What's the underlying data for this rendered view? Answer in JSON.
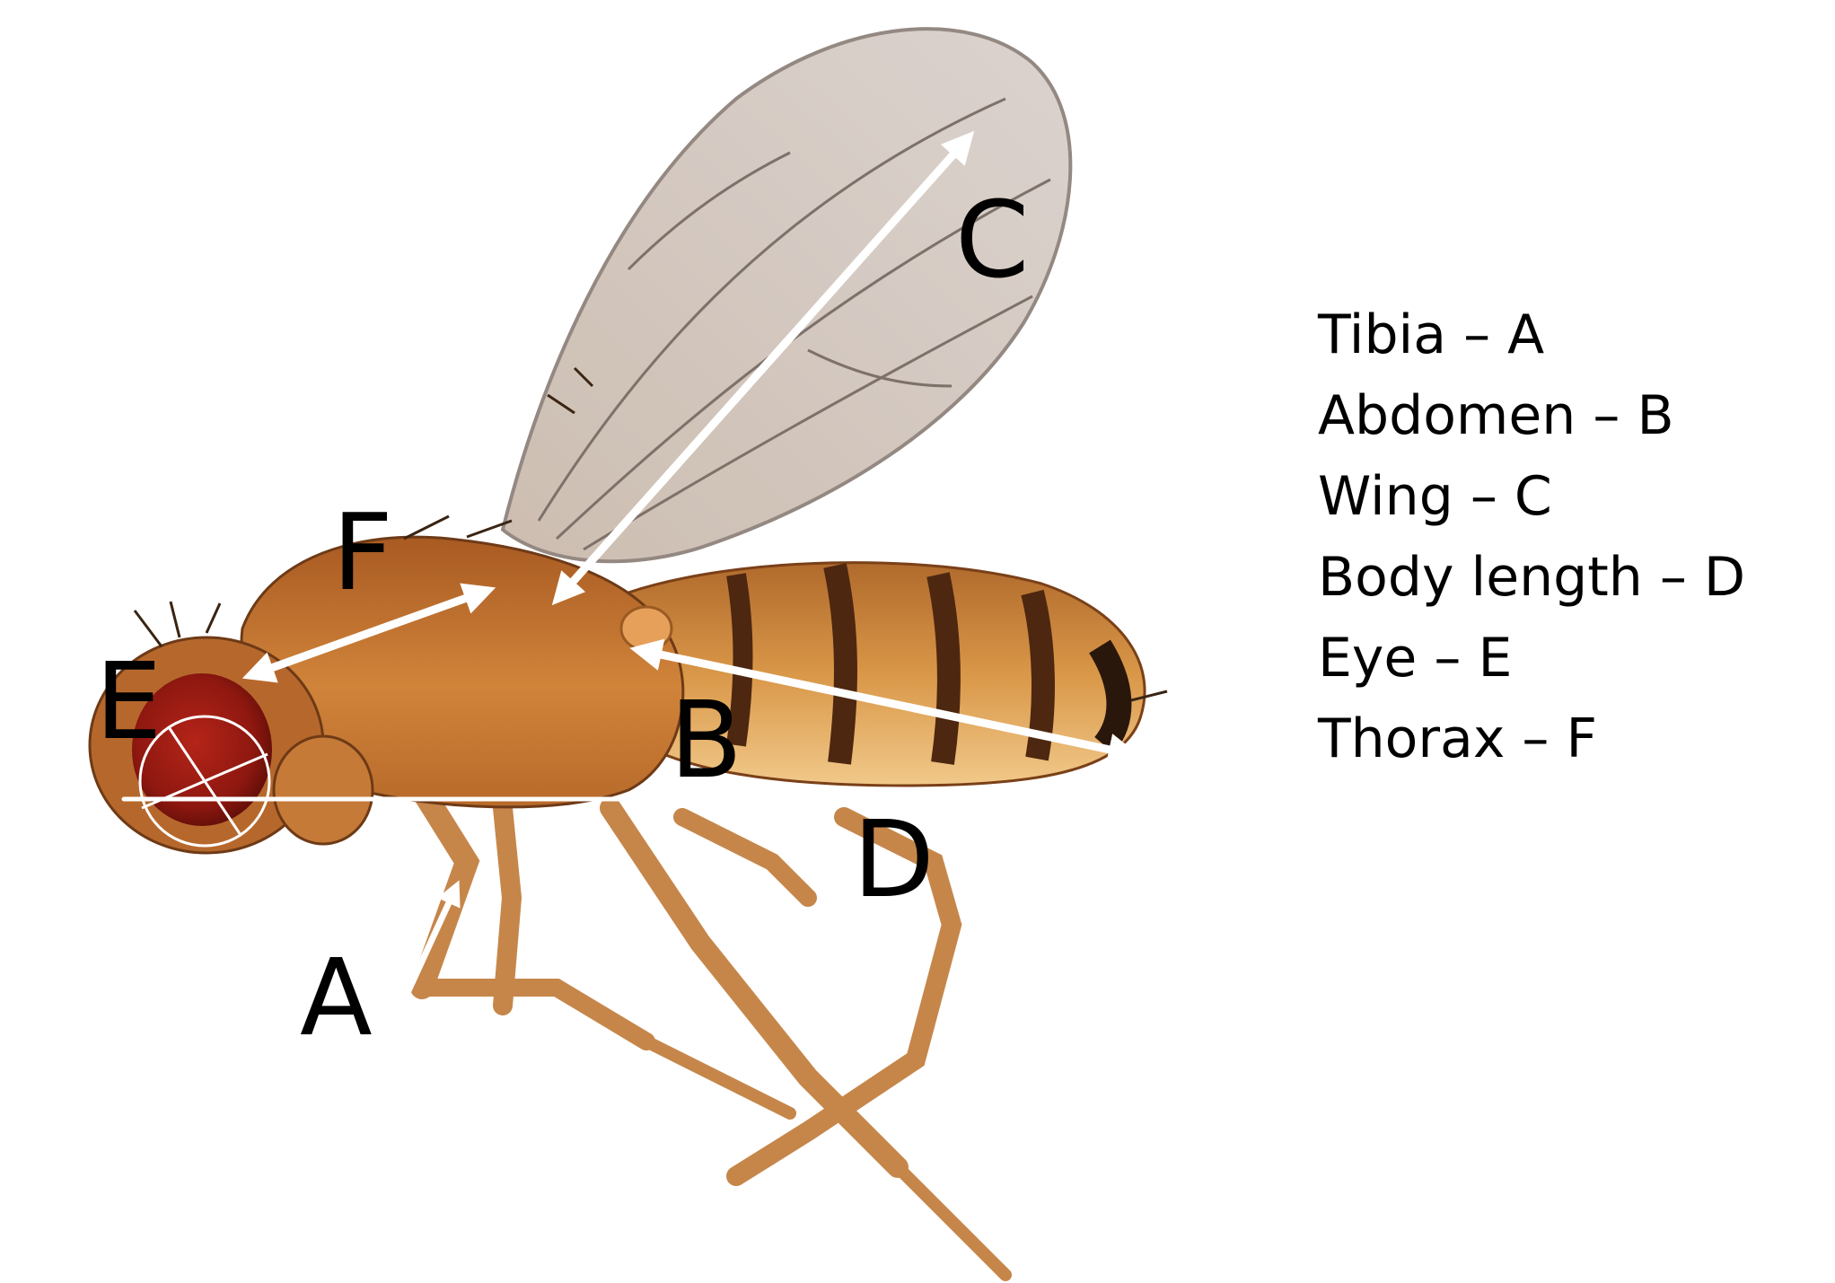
{
  "figure": {
    "subject": "fruit-fly",
    "letters": {
      "A": "A",
      "B": "B",
      "C": "C",
      "D": "D",
      "E": "E",
      "F": "F"
    }
  },
  "legend": {
    "items": [
      {
        "name": "Tibia",
        "dash": "–",
        "letter": "A",
        "text": "Tibia – A"
      },
      {
        "name": "Abdomen",
        "dash": "–",
        "letter": "B",
        "text": "Abdomen – B"
      },
      {
        "name": "Wing",
        "dash": "–",
        "letter": "C",
        "text": "Wing – C"
      },
      {
        "name": "Body length",
        "dash": "–",
        "letter": "D",
        "text": "Body length – D"
      },
      {
        "name": "Eye",
        "dash": "–",
        "letter": "E",
        "text": "Eye – E"
      },
      {
        "name": "Thorax",
        "dash": "–",
        "letter": "F",
        "text": "Thorax – F"
      }
    ]
  },
  "colors": {
    "background": "#ffffff",
    "text": "#000000",
    "arrow": "#ffffff",
    "eye": "#9a1a12",
    "body": "#c8722a",
    "abdomen": "#e8b56a",
    "stripes": "#5a2e14",
    "wing": "#bfb6b0"
  }
}
